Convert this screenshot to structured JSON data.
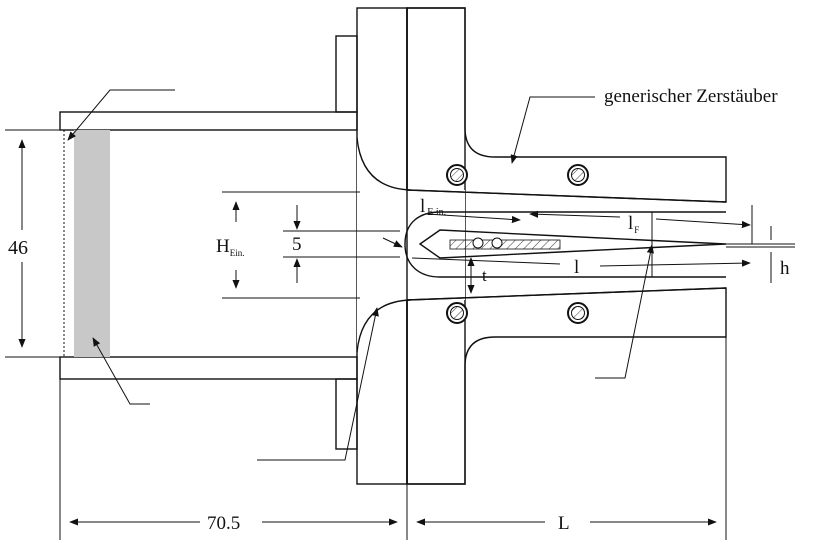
{
  "labels": {
    "atomizer": "generischer Zerstäuber",
    "dim_46": "46",
    "dim_705": "70.5",
    "dim_L": "L",
    "dim_5": "5",
    "dim_h": "h",
    "H_main": "H",
    "H_sub": "Ein.",
    "lE_main": "l",
    "lE_sub": "E in.",
    "lF_main": "l",
    "lF_sub": "F",
    "l": "l",
    "t": "t"
  },
  "colors": {
    "line": "#111111",
    "filter": "#c8c8c8"
  }
}
